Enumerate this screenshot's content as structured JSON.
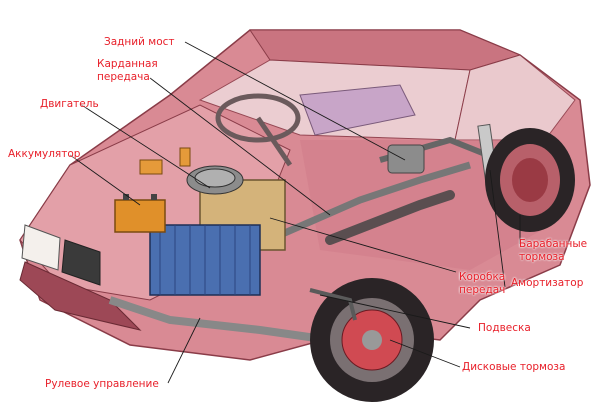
{
  "labels": {
    "rear_axle": "Задний мост",
    "driveshaft_line1": "Карданная",
    "driveshaft_line2": "передача",
    "engine": "Двигатель",
    "battery": "Аккумулятор",
    "drum_brakes_line1": "Барабанные",
    "drum_brakes_line2": "тормоза",
    "gearbox_line1": "Коробка",
    "gearbox_line2": "передач",
    "shock_absorber": "Амортизатор",
    "suspension": "Подвеска",
    "disc_brakes": "Дисковые тормоза",
    "steering": "Рулевое управление"
  },
  "colors": {
    "label": "#e8202a",
    "leader": "#1a1a1a",
    "body": "#d98a94",
    "body_dark": "#b9606c",
    "glass": "#efd9dc",
    "engine_blue": "#4a6fb0",
    "battery_orange": "#e0902a",
    "tire": "#2a2426"
  }
}
